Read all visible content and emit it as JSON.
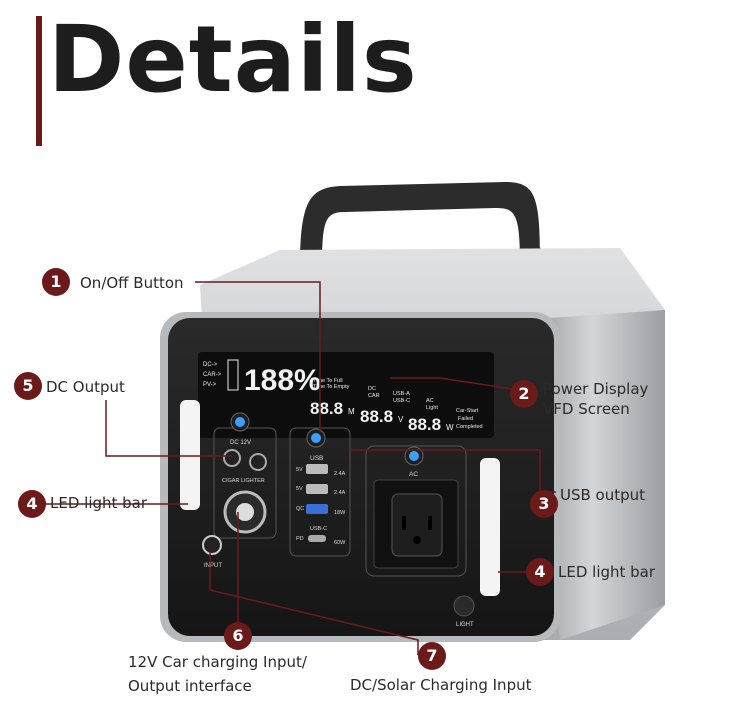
{
  "title": "Details",
  "callouts": [
    {
      "num": "1",
      "text": "On/Off Button"
    },
    {
      "num": "2",
      "text_line1": "Power Display",
      "text_line2": "VFD Screen"
    },
    {
      "num": "3",
      "text": "USB output"
    },
    {
      "num": "4",
      "text": "LED light bar"
    },
    {
      "num": "4",
      "text": "LED light bar"
    },
    {
      "num": "5",
      "text": "DC Output"
    },
    {
      "num": "6",
      "text_line1": "12V Car charging Input/",
      "text_line2": "Output interface"
    },
    {
      "num": "7",
      "text": "DC/Solar Charging Input"
    }
  ],
  "device": {
    "display": {
      "inputs": [
        "DC->",
        "CAR->",
        "PV->"
      ],
      "percent": "188%",
      "time_labels": [
        "Time To Full",
        "Time To Empty"
      ],
      "time_value": "88.8",
      "time_unit": "M",
      "source_labels": [
        "DC",
        "CAR"
      ],
      "volt_value": "88.8",
      "volt_unit": "V",
      "out_labels": [
        "USB-A",
        "USB-C"
      ],
      "light_labels": [
        "AC",
        "Light"
      ],
      "watt_value": "88.8",
      "watt_unit": "W",
      "status": [
        "Car-Start",
        "Failed",
        "Completed"
      ]
    },
    "dc_label": "DC  12V",
    "cig_label": "CIGAR LIGHTER",
    "usb_label": "USB",
    "usb_ports": [
      {
        "left": "5V",
        "right": "2.4A"
      },
      {
        "left": "5V",
        "right": "2.4A"
      },
      {
        "left": "QC",
        "right": "18W"
      },
      {
        "left": "PD",
        "right": "60W"
      }
    ],
    "usbc_label": "USB-C",
    "ac_label": "AC",
    "input_label": "INPUT",
    "light_label": "LIGHT"
  },
  "colors": {
    "accent": "#6b1a1a",
    "body": "#1c1c1c",
    "silver": "#b9bcbf",
    "power_led": "#3aa0ff"
  }
}
